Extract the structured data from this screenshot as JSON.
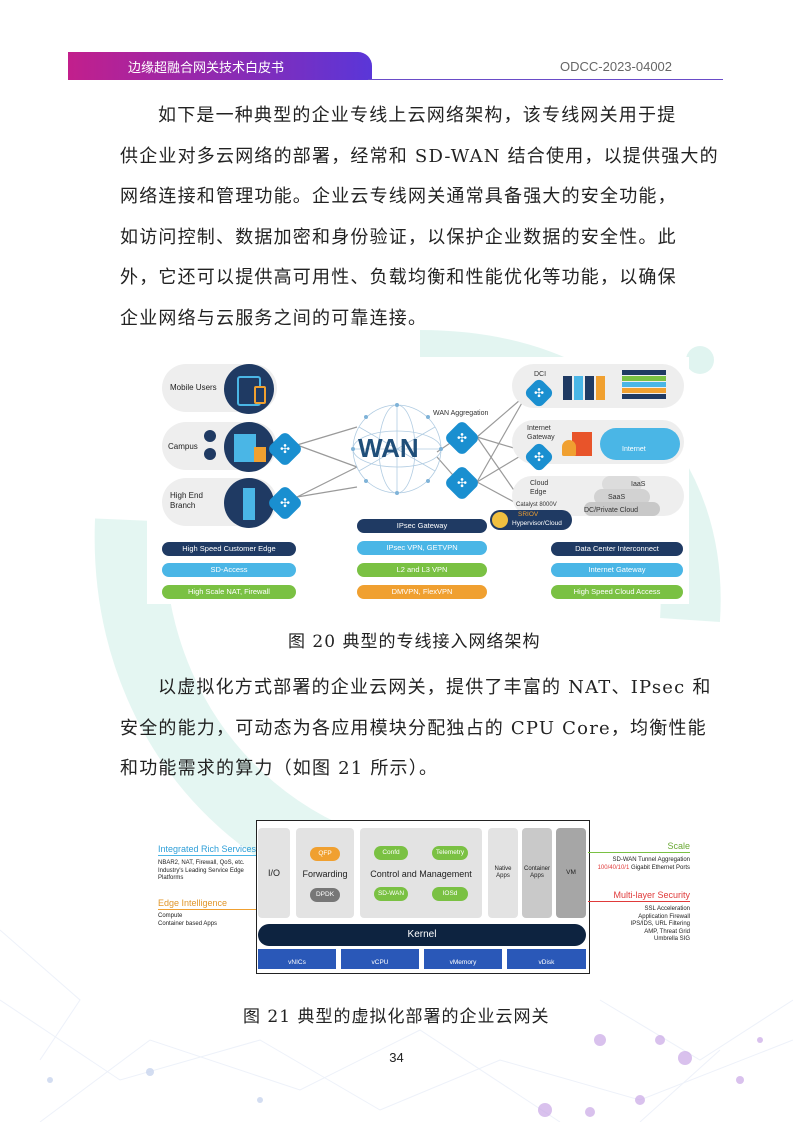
{
  "header": {
    "title": "边缘超融合网关技术白皮书",
    "code": "ODCC-2023-04002"
  },
  "paragraph1": {
    "lines": [
      "如下是一种典型的企业专线上云网络架构，该专线网关用于提",
      "供企业对多云网络的部署，经常和 SD-WAN 结合使用，以提供强大的",
      "网络连接和管理功能。企业云专线网关通常具备强大的安全功能，",
      "如访问控制、数据加密和身份验证，以保护企业数据的安全性。此",
      "外，它还可以提供高可用性、负载均衡和性能优化等功能，以确保",
      "企业网络与云服务之间的可靠连接。"
    ]
  },
  "figure20": {
    "caption": "图 20 典型的专线接入网络架构",
    "wan_label": "WAN",
    "wan_aggregation": "WAN Aggregation",
    "sources": [
      "Mobile Users",
      "Campus",
      "High End\nBranch"
    ],
    "destinations": {
      "dci": "DCI",
      "internet_gateway": "Internet\nGateway",
      "internet": "Internet",
      "cloud_edge": "Cloud\nEdge",
      "iaas": "IaaS",
      "saas": "SaaS",
      "dc_private_cloud": "DC/Private Cloud",
      "catalyst": "Catalyst 8000V",
      "sriov": "SRIOV",
      "hypervisor": "Hypervisor/Cloud"
    },
    "left_pills": [
      "High Speed Customer Edge",
      "SD-Access",
      "High Scale NAT, Firewall"
    ],
    "mid_pills": [
      "IPsec Gateway",
      "IPsec VPN, GETVPN",
      "L2 and L3 VPN",
      "DMVPN, FlexVPN"
    ],
    "right_pills": [
      "Data Center Interconnect",
      "Internet Gateway",
      "High Speed Cloud Access"
    ]
  },
  "paragraph2": {
    "lines": [
      "以虚拟化方式部署的企业云网关，提供了丰富的 NAT、IPsec 和",
      "安全的能力，可动态为各应用模块分配独占的 CPU Core，均衡性能",
      "和功能需求的算力（如图 21 所示）。"
    ]
  },
  "figure21": {
    "caption": "图 21 典型的虚拟化部署的企业云网关",
    "io": "I/O",
    "forwarding": "Forwarding",
    "qfp": "QFP",
    "dpdk": "DPDK",
    "control": "Control and Management",
    "confd": "Confd",
    "telemetry": "Telemetry",
    "sdwan": "SD-WAN",
    "iosd": "IOSd",
    "native_apps": "Native\nApps",
    "container_apps": "Container\nApps",
    "vm": "VM",
    "kernel": "Kernel",
    "vnics": "vNICs",
    "vcpu": "vCPU",
    "vmemory": "vMemory",
    "vdisk": "vDisk",
    "integrated_title": "Integrated Rich Services",
    "integrated_text": "NBAR2, NAT, Firewall, QoS, etc.\nIndustry's Leading Service Edge\nPlatforms",
    "edge_title": "Edge Intelligence",
    "edge_text": "Compute\nContainer based Apps",
    "scale_title": "Scale",
    "scale_text1": "SD-WAN Tunnel Aggregation",
    "scale_text2_red": "100/40/10/1",
    "scale_text2_rest": " Gigabit Ethernet Ports",
    "security_title": "Multi-layer Security",
    "security_text": "SSL Acceleration\nApplication Firewall\nIPS/IDS, URL Filtering\nAMP, Threat Grid\nUmbrella SIG"
  },
  "page_number": "34",
  "colors": {
    "accent": "#1f3a63",
    "teal_watermark": "#2fb89a",
    "header_gradient_start": "#c21f8c",
    "header_gradient_end": "#5a36d8"
  }
}
